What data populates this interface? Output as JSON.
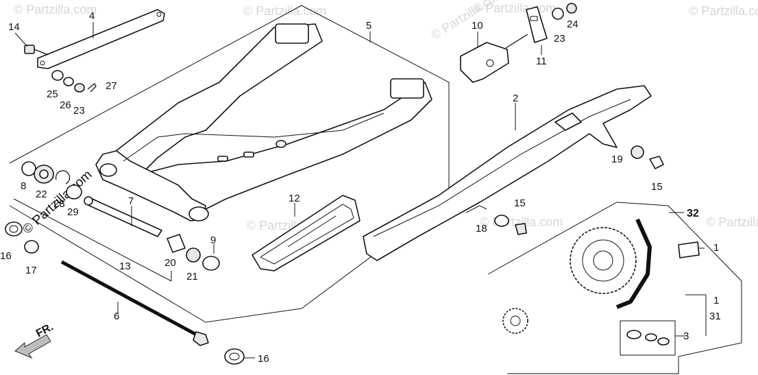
{
  "watermark": {
    "text": "© Partzilla.com",
    "diagonal_text": "© Partzilla.com"
  },
  "callouts": {
    "l1a": "1",
    "l1b": "1",
    "l2": "2",
    "l3": "3",
    "l4": "4",
    "l5": "5",
    "l6": "6",
    "l7": "7",
    "l8": "8",
    "l9": "9",
    "l10": "10",
    "l11": "11",
    "l12": "12",
    "l13": "13",
    "l14": "14",
    "l15a": "15",
    "l15b": "15",
    "l16a": "16",
    "l16b": "16",
    "l17": "17",
    "l18": "18",
    "l19": "19",
    "l20": "20",
    "l21": "21",
    "l22": "22",
    "l23a": "23",
    "l23b": "23",
    "l24": "24",
    "l25": "25",
    "l26": "26",
    "l27": "27",
    "l28": "28",
    "l29": "29",
    "l31": "31",
    "l32": "32"
  },
  "direction": {
    "label": "FR."
  }
}
